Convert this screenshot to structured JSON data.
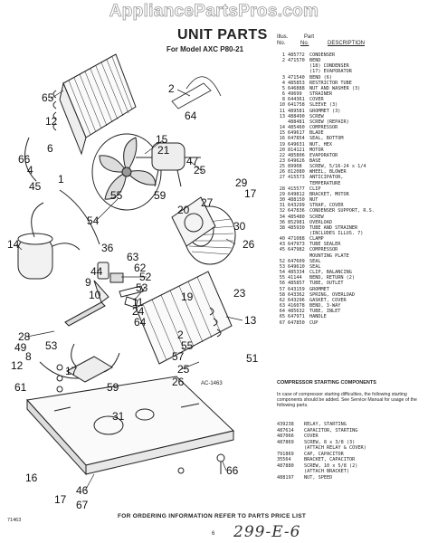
{
  "watermark": "AppliancePartsPros.com",
  "title": "UNIT PARTS",
  "subtitle": "For Model AXC P80-21",
  "table_header": {
    "illus_label": "Illus.",
    "no_label": "No.",
    "part_label": "Part",
    "part_no_label": "No.",
    "description_label": "DESCRIPTION"
  },
  "parts": [
    {
      "n": "1",
      "p": "485772",
      "d": "CONDENSER"
    },
    {
      "n": "2",
      "p": "471570",
      "d": "BEND"
    },
    {
      "n": "",
      "p": "",
      "d": "(18) CONDENSER"
    },
    {
      "n": "",
      "p": "",
      "d": "(17) EVAPORATOR"
    },
    {
      "n": "3",
      "p": "471540",
      "d": "BEND (6)"
    },
    {
      "n": "4",
      "p": "485853",
      "d": "RESTRICTOR TUBE"
    },
    {
      "n": "5",
      "p": "646888",
      "d": "NUT AND WASHER (3)"
    },
    {
      "n": "6",
      "p": "49699",
      "d": "STRAINER"
    },
    {
      "n": "8",
      "p": "644361",
      "d": "COVER"
    },
    {
      "n": "10",
      "p": "641758",
      "d": "SLEEVE (3)"
    },
    {
      "n": "11",
      "p": "489581",
      "d": "GROMMET (3)"
    },
    {
      "n": "13",
      "p": "488490",
      "d": "SCREW"
    },
    {
      "n": "",
      "p": "488481",
      "d": "SCREW (REPAIR)"
    },
    {
      "n": "14",
      "p": "485460",
      "d": "COMPRESSOR"
    },
    {
      "n": "15",
      "p": "649617",
      "d": "BLADE"
    },
    {
      "n": "16",
      "p": "647854",
      "d": "SEAL, BOTTOM"
    },
    {
      "n": "19",
      "p": "649631",
      "d": "NUT, HEX"
    },
    {
      "n": "20",
      "p": "814121",
      "d": "MOTOR"
    },
    {
      "n": "22",
      "p": "485806",
      "d": "EVAPORATOR"
    },
    {
      "n": "23",
      "p": "649626",
      "d": "BASE"
    },
    {
      "n": "25",
      "p": "89908",
      "d": "SCREW, 5/16-24 x 1/4"
    },
    {
      "n": "26",
      "p": "812080",
      "d": "WHEEL, BLOWER"
    },
    {
      "n": "27",
      "p": "415573",
      "d": "ANTICIPATOR,"
    },
    {
      "n": "",
      "p": "",
      "d": "TEMPERATURE"
    },
    {
      "n": "28",
      "p": "415577",
      "d": "CLIP"
    },
    {
      "n": "29",
      "p": "649812",
      "d": "BRACKET, MOTOR"
    },
    {
      "n": "30",
      "p": "488150",
      "d": "NUT"
    },
    {
      "n": "31",
      "p": "643299",
      "d": "STRAP, COVER"
    },
    {
      "n": "32",
      "p": "647836",
      "d": "CONDENSER SUPPORT, R.S."
    },
    {
      "n": "34",
      "p": "485480",
      "d": "SCREW"
    },
    {
      "n": "36",
      "p": "852981",
      "d": "OVERLOAD"
    },
    {
      "n": "38",
      "p": "485930",
      "d": "TUBE AND STRAINER"
    },
    {
      "n": "",
      "p": "",
      "d": "(INCLUDES ILLUS. 7)"
    },
    {
      "n": "40",
      "p": "471088",
      "d": "CLAMP"
    },
    {
      "n": "43",
      "p": "647973",
      "d": "TUBE SEALER"
    },
    {
      "n": "45",
      "p": "647982",
      "d": "COMPRESSOR"
    },
    {
      "n": "",
      "p": "",
      "d": "MOUNTING PLATE"
    },
    {
      "n": "52",
      "p": "647609",
      "d": "SEAL"
    },
    {
      "n": "53",
      "p": "649610",
      "d": "SEAL"
    },
    {
      "n": "54",
      "p": "485334",
      "d": "CLIP, BALANCING"
    },
    {
      "n": "55",
      "p": "41144",
      "d": "BEND, RETURN (2)"
    },
    {
      "n": "56",
      "p": "485857",
      "d": "TUBE, OUTLET"
    },
    {
      "n": "57",
      "p": "643159",
      "d": "GROMMET"
    },
    {
      "n": "58",
      "p": "643362",
      "d": "SPRING, OVERLOAD"
    },
    {
      "n": "62",
      "p": "643296",
      "d": "GASKET, COVER"
    },
    {
      "n": "63",
      "p": "416078",
      "d": "BEND, 3-WAY"
    },
    {
      "n": "64",
      "p": "485632",
      "d": "TUBE, INLET"
    },
    {
      "n": "65",
      "p": "647971",
      "d": "HANDLE"
    },
    {
      "n": "67",
      "p": "647850",
      "d": "CUP"
    }
  ],
  "starting_components": {
    "heading": "COMPRESSOR STARTING COMPONENTS",
    "note": "In case of compressor starting difficulties, the following starting components should be added. See Service Manual for usage of the following parts.",
    "items": [
      {
        "p": "439238",
        "d": "RELAY, STARTING"
      },
      {
        "p": "487614",
        "d": "CAPACITOR, STARTING"
      },
      {
        "p": "487066",
        "d": "COVER"
      },
      {
        "p": "487869",
        "d": "SCREW, 8 x 3/8 (3)"
      },
      {
        "p": "",
        "d": "(ATTACH RELAY & COVER)"
      },
      {
        "p": "791869",
        "d": "CAP, CAPACITOR"
      },
      {
        "p": "35564",
        "d": "BRACKET, CAPACITOR"
      },
      {
        "p": "487880",
        "d": "SCREW, 10 x 5/8 (2)"
      },
      {
        "p": "",
        "d": "(ATTACH BRACKET)"
      },
      {
        "p": "488197",
        "d": "NUT, SPEED"
      }
    ]
  },
  "diagram_code": "AC-1463",
  "footer": "FOR ORDERING INFORMATION REFER TO PARTS PRICE LIST",
  "footer_code": "71463",
  "page_number": "6",
  "handwritten": "299-E-6",
  "callouts": [
    "65",
    "2",
    "64",
    "12",
    "6",
    "66",
    "4",
    "1",
    "15",
    "21",
    "47",
    "25",
    "45",
    "55",
    "54",
    "29",
    "17",
    "59",
    "20",
    "27",
    "30",
    "26",
    "14",
    "36",
    "63",
    "62",
    "52",
    "53",
    "44",
    "9",
    "10",
    "11",
    "19",
    "23",
    "24",
    "64",
    "13",
    "51",
    "28",
    "53",
    "49",
    "8",
    "12",
    "17",
    "2",
    "55",
    "57",
    "25",
    "26",
    "61",
    "59",
    "31",
    "16",
    "66",
    "46",
    "17",
    "67"
  ]
}
